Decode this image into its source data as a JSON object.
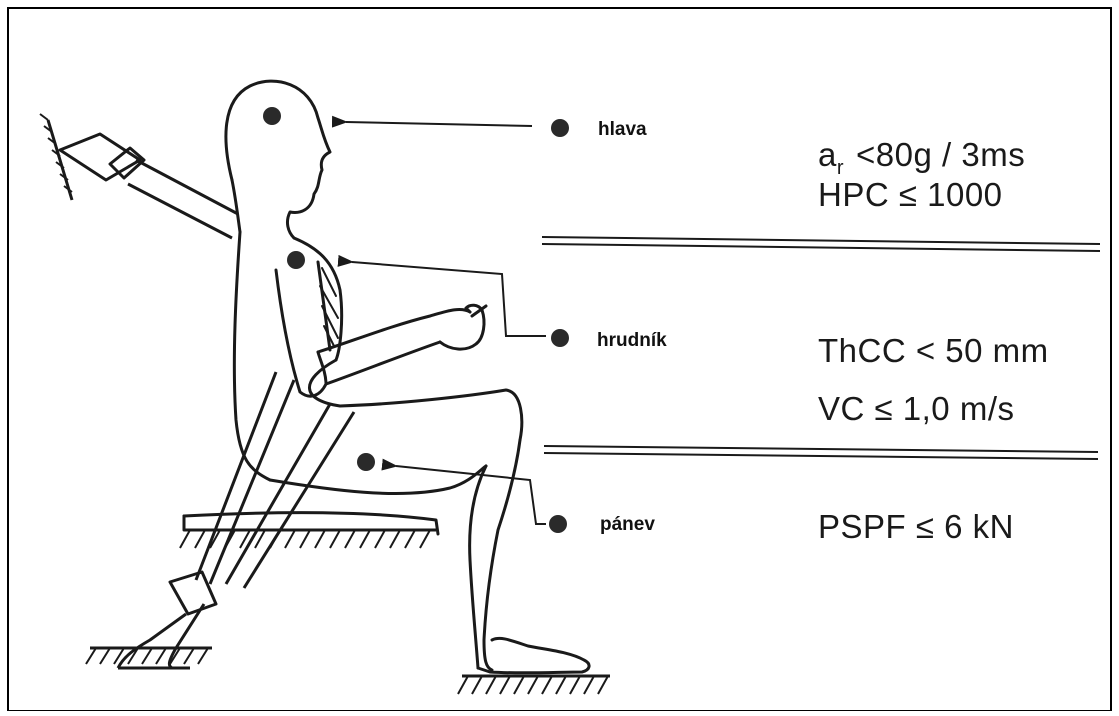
{
  "regions": [
    {
      "id": "head",
      "label": "hlava"
    },
    {
      "id": "chest",
      "label": "hrudník"
    },
    {
      "id": "pelvis",
      "label": "pánev"
    }
  ],
  "criteria": {
    "head_accel_symbol": "a",
    "head_accel_subscript": "r",
    "head_accel_value": "<80g / 3ms",
    "head_hpc": "HPC ≤ 1000",
    "chest_thcc": "ThCC < 50 mm",
    "chest_vc": "VC ≤ 1,0 m/s",
    "pelvis_pspf": "PSPF ≤ 6 kN"
  },
  "colors": {
    "ink": "#1a1a1a",
    "dot": "#2a2a2a",
    "border": "#000000",
    "background": "#ffffff"
  }
}
